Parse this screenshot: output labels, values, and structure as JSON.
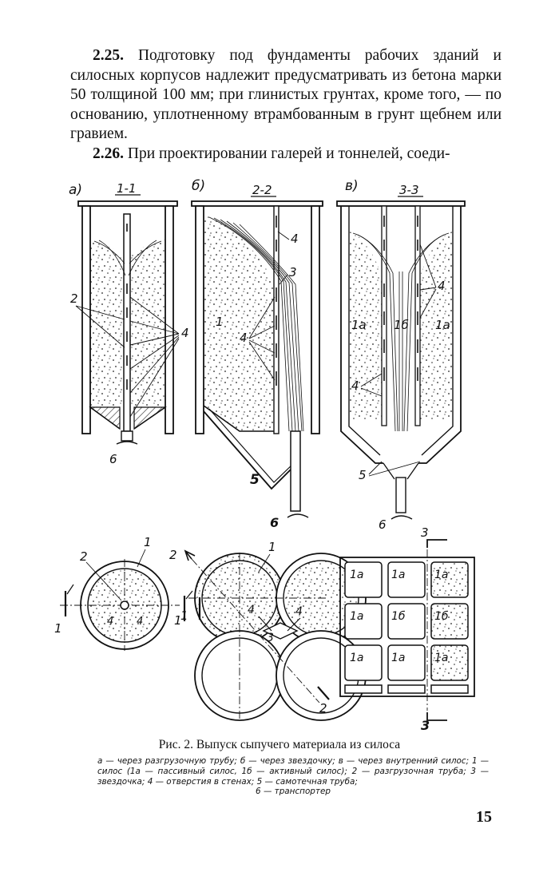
{
  "text": {
    "p1_num": "2.25.",
    "p1_text": " Подготовку под фундаменты рабочих зданий и силосных корпусов надлежит предусматривать из бетона марки 50 толщиной 100 мм; при глинистых грунтах, кроме того, — по основанию, уплотненному втрамбованным в грунт щебнем или гравием.",
    "p2_num": "2.26.",
    "p2_text": " При проектировании галерей и тоннелей, соеди-"
  },
  "figure": {
    "panels": [
      {
        "letter": "а)",
        "section": "1-1"
      },
      {
        "letter": "б)",
        "section": "2-2"
      },
      {
        "letter": "в)",
        "section": "3-3"
      }
    ],
    "labels": {
      "l1": "1",
      "l1a": "1а",
      "l1b": "1б",
      "l2": "2",
      "l3": "3",
      "l4": "4",
      "l5": "5",
      "l6": "6"
    },
    "cuts": {
      "c1": "1",
      "c2": "2",
      "c3": "3"
    }
  },
  "caption": {
    "title": "Рис. 2. Выпуск сыпучего материала из силоса",
    "legend": "а — через разгрузочную трубу; б — через звездочку; в — через внутренний силос; 1 — силос (1а — пассивный силос, 1б — активный силос); 2 — разгрузочная труба; 3 — звездочка; 4 — отверстия в стенах; 5 — самотечная труба;",
    "legend_last": "6 — транспортер"
  },
  "page_number": "15"
}
